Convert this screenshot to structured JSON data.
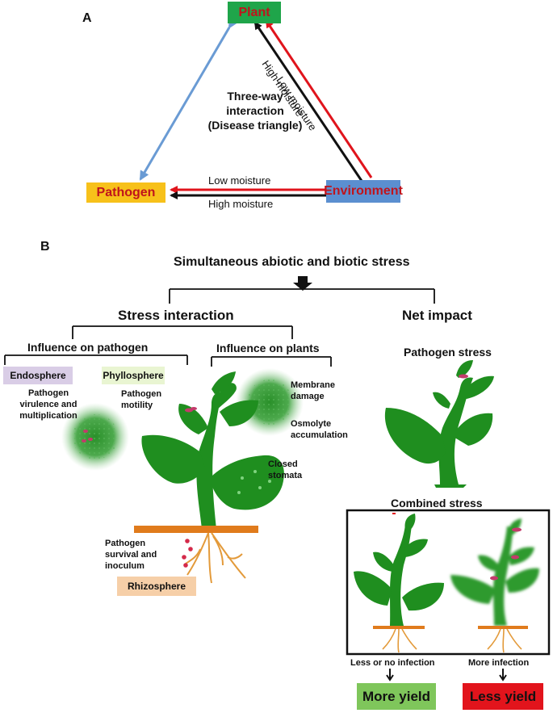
{
  "panel_a": {
    "letter": "A",
    "plant_label": "Plant",
    "pathogen_label": "Pathogen",
    "environment_label": "Environment",
    "triangle_title_1": "Three-way",
    "triangle_title_2": "interaction",
    "triangle_title_3": "(Disease triangle)",
    "arrow_low_moisture_diag": "Low moisture",
    "arrow_high_moisture_diag": "High moisture",
    "arrow_low_moisture_horiz": "Low moisture",
    "arrow_high_moisture_horiz": "High moisture",
    "colors": {
      "plant_box": "#1fa54a",
      "pathogen_box": "#f7c11a",
      "environment_box": "#5b8fd0",
      "red_text": "#c0141c",
      "red_arrow": "#e0141c",
      "blue_arrow": "#6a9bd4"
    }
  },
  "panel_b": {
    "letter": "B",
    "heading": "Simultaneous abiotic and biotic stress",
    "stress_interaction": "Stress interaction",
    "net_impact": "Net impact",
    "influence_pathogen": "Influence on pathogen",
    "influence_plants": "Influence on plants",
    "endosphere": "Endosphere",
    "phyllosphere": "Phyllosphere",
    "rhizosphere": "Rhizosphere",
    "virulence_1": "Pathogen",
    "virulence_2": "virulence and",
    "virulence_3": "multiplication",
    "motility_1": "Pathogen",
    "motility_2": "motility",
    "membrane_1": "Membrane",
    "membrane_2": "damage",
    "osmolyte_1": "Osmolyte",
    "osmolyte_2": "accumulation",
    "stomata_1": "Closed",
    "stomata_2": "stomata",
    "survival_1": "Pathogen",
    "survival_2": "survival and",
    "survival_3": "inoculum",
    "pathogen_stress": "Pathogen stress",
    "combined_stress": "Combined stress",
    "less_infection": "Less or no infection",
    "more_infection": "More infection",
    "more_yield": "More yield",
    "less_yield": "Less yield",
    "colors": {
      "plant_green": "#1f8e1f",
      "soil": "#e07b1c",
      "root": "#e39a3a",
      "more_yield_box": "#7fc65b",
      "less_yield_box": "#e2141c",
      "endosphere_box": "#d9cde6",
      "phyllosphere_box": "#e9f5d2",
      "rhizosphere_box": "#f6cfa8"
    }
  }
}
